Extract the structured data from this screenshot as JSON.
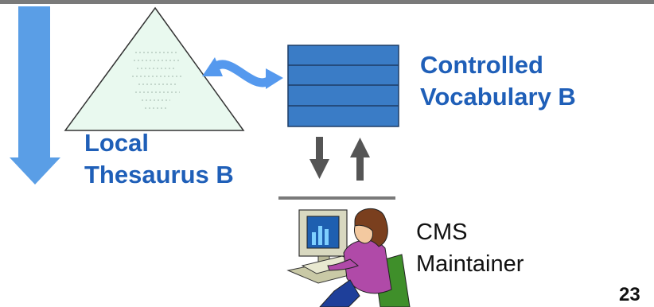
{
  "colors": {
    "accent_blue": "#1f5fb8",
    "down_arrow": "#5a9ee6",
    "triangle_fill": "#e9f9ef",
    "vocab_box": "#3a7cc6",
    "dark_arrow": "#555555",
    "divider": "#7a7a7a",
    "link_arrow": "#5599ee"
  },
  "controlled_vocabulary": {
    "line1": "Controlled",
    "line2": "Vocabulary  B"
  },
  "local_thesaurus": {
    "line1": "Local",
    "line2": "Thesaurus B"
  },
  "cms_maintainer": {
    "line1": "CMS",
    "line2": "Maintainer"
  },
  "page_number": "23",
  "icons": {
    "flow": "down-arrow-icon",
    "link": "bidirectional-arrow-icon",
    "updown": "up-down-arrows-icon",
    "person": "person-at-computer-icon"
  }
}
